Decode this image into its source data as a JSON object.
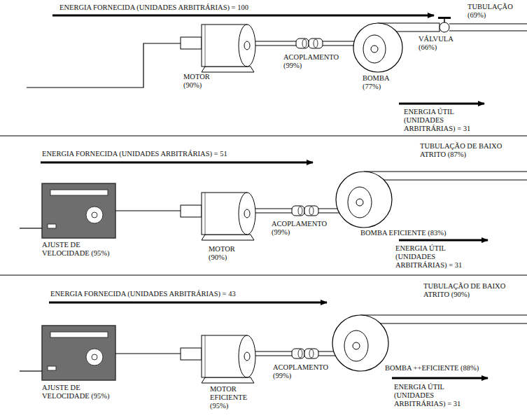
{
  "diagram": {
    "labels": [
      "ENERGIA FORNECIDA (UNIDADES ARBITRÁRIAS) = 100",
      "TUBULAÇÃO (69%)",
      "VÁLVULA (66%)",
      "MOTOR (90%)",
      "ACOPLAMENTO (99%)",
      "BOMBA (77%)",
      "ENERGIA ÚTIL (UNIDADES ARBITRÁRIAS) = 31",
      "ENERGIA FORNECIDA (UNIDADES ARBITRÁRIAS) = 51",
      "TUBULAÇÃO DE BAIXO ATRITO (87%)",
      "ACOPLAMENTO (99%)",
      "BOMBA EFICIENTE (83%)",
      "MOTOR (90%)",
      "AJUSTE DE VELOCIDADE (95%)",
      "ENERGIA ÚTIL (UNIDADES ARBITRÁRIAS) = 31",
      "ENERGIA FORNECIDA (UNIDADES ARBITRÁRIAS) = 43",
      "TUBULAÇÃO DE BAIXO ATRITO (90%)",
      "ACOPLAMENTO (99%)",
      "BOMBA ++EFICIENTE (88%)",
      "MOTOR EFICIENTE (95%)",
      "ENERGIA ÚTIL (UNIDADES ARBITRÁRIAS) = 31",
      "AJUSTE DE VELOCIDADE (95%)"
    ]
  }
}
